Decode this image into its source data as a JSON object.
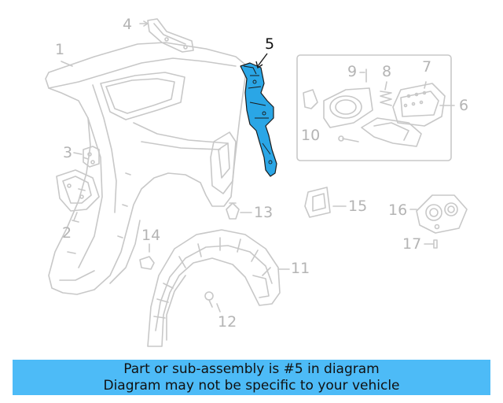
{
  "diagram": {
    "highlight_color": "#2aa6e6",
    "line_color": "#c8c8c8",
    "parts": [
      {
        "id": "1",
        "label": "1",
        "name": "quarter-panel"
      },
      {
        "id": "2",
        "label": "2",
        "name": "bracket-lower"
      },
      {
        "id": "3",
        "label": "3",
        "name": "bracket-small"
      },
      {
        "id": "4",
        "label": "4",
        "name": "roof-rail-extension"
      },
      {
        "id": "5",
        "label": "5",
        "name": "highlighted-reinforcement",
        "highlighted": true
      },
      {
        "id": "6",
        "label": "6",
        "name": "fuel-door-assembly"
      },
      {
        "id": "7",
        "label": "7",
        "name": "fuel-door"
      },
      {
        "id": "8",
        "label": "8",
        "name": "spring"
      },
      {
        "id": "9",
        "label": "9",
        "name": "pin"
      },
      {
        "id": "10",
        "label": "10",
        "name": "housing-screw"
      },
      {
        "id": "11",
        "label": "11",
        "name": "wheel-liner"
      },
      {
        "id": "12",
        "label": "12",
        "name": "liner-screw"
      },
      {
        "id": "13",
        "label": "13",
        "name": "clip"
      },
      {
        "id": "14",
        "label": "14",
        "name": "plug"
      },
      {
        "id": "15",
        "label": "15",
        "name": "pad"
      },
      {
        "id": "16",
        "label": "16",
        "name": "filler-housing"
      },
      {
        "id": "17",
        "label": "17",
        "name": "filler-screw"
      }
    ]
  },
  "caption": {
    "line1": "Part or sub-assembly is #5 in diagram",
    "line2": "Diagram may not be specific to your vehicle",
    "background": "#4dbbf7"
  }
}
